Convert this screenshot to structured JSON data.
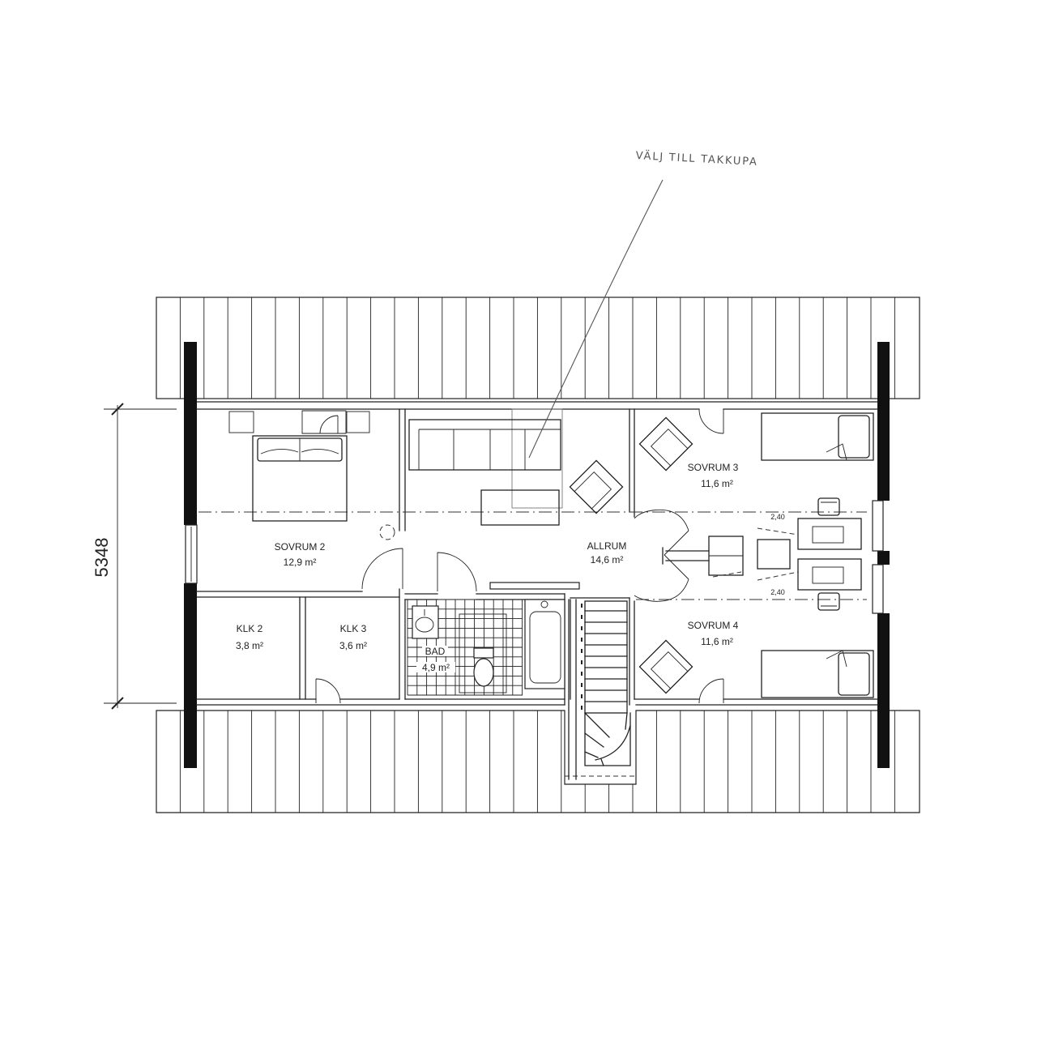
{
  "annotation": {
    "text": "VÄLJ TILL TAKKUPA"
  },
  "dimension": {
    "text": "5348"
  },
  "rooms": {
    "sovrum2": {
      "name": "SOVRUM 2",
      "area": "12,9 m²"
    },
    "allrum": {
      "name": "ALLRUM",
      "area": "14,6 m²"
    },
    "sovrum3": {
      "name": "SOVRUM 3",
      "area": "11,6 m²"
    },
    "sovrum4": {
      "name": "SOVRUM 4",
      "area": "11,6 m²"
    },
    "klk2": {
      "name": "KLK 2",
      "area": "3,8 m²"
    },
    "klk3": {
      "name": "KLK 3",
      "area": "3,6 m²"
    },
    "bad": {
      "name": "BAD",
      "area": "4,9 m²"
    }
  },
  "wardrobe_dims": [
    "2,40",
    "2,40"
  ],
  "colors": {
    "line": "#222222",
    "wall": "#111111",
    "annotation": "#555555",
    "background": "#ffffff"
  }
}
